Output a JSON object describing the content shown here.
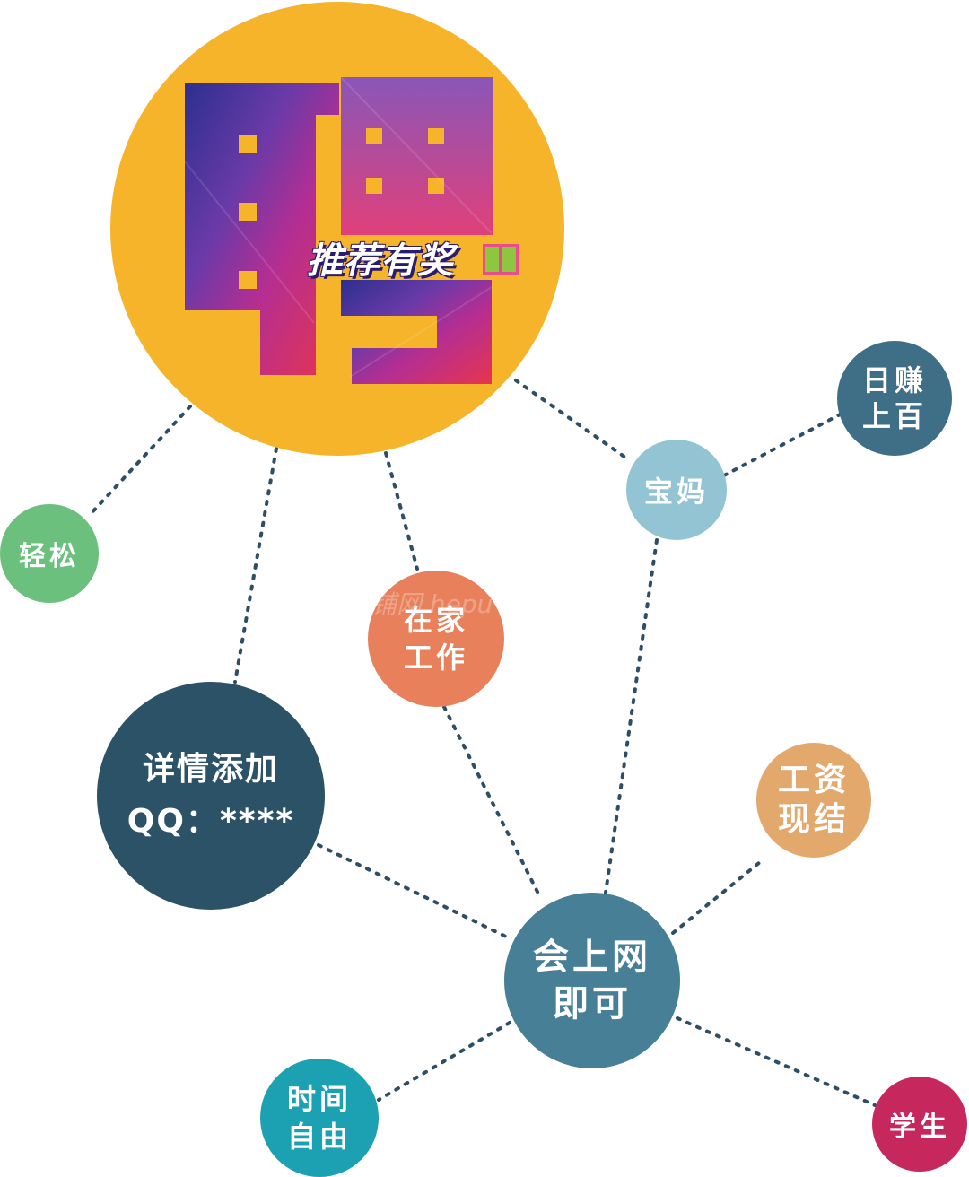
{
  "title": "推荐有奖",
  "colors": {
    "main": "#F5B42A",
    "easy": "#6CC07E",
    "mom": "#93C4D3",
    "daily": "#3E6F86",
    "home": "#E8805B",
    "contact": "#2B5266",
    "online": "#467F96",
    "salary": "#E3A86B",
    "time": "#1BA1B1",
    "student": "#C6285D",
    "edge": "#2F4E63"
  },
  "nodes": {
    "easy": "轻松",
    "mom": "宝妈",
    "daily": "日赚\n上百",
    "home": "在家\n工作",
    "contact": "详情添加\nQQ：****",
    "online": "会上网\n即可",
    "salary": "工资\n现结",
    "time": "时间\n自由",
    "student": "学生"
  },
  "watermark": "铺网 hepu"
}
